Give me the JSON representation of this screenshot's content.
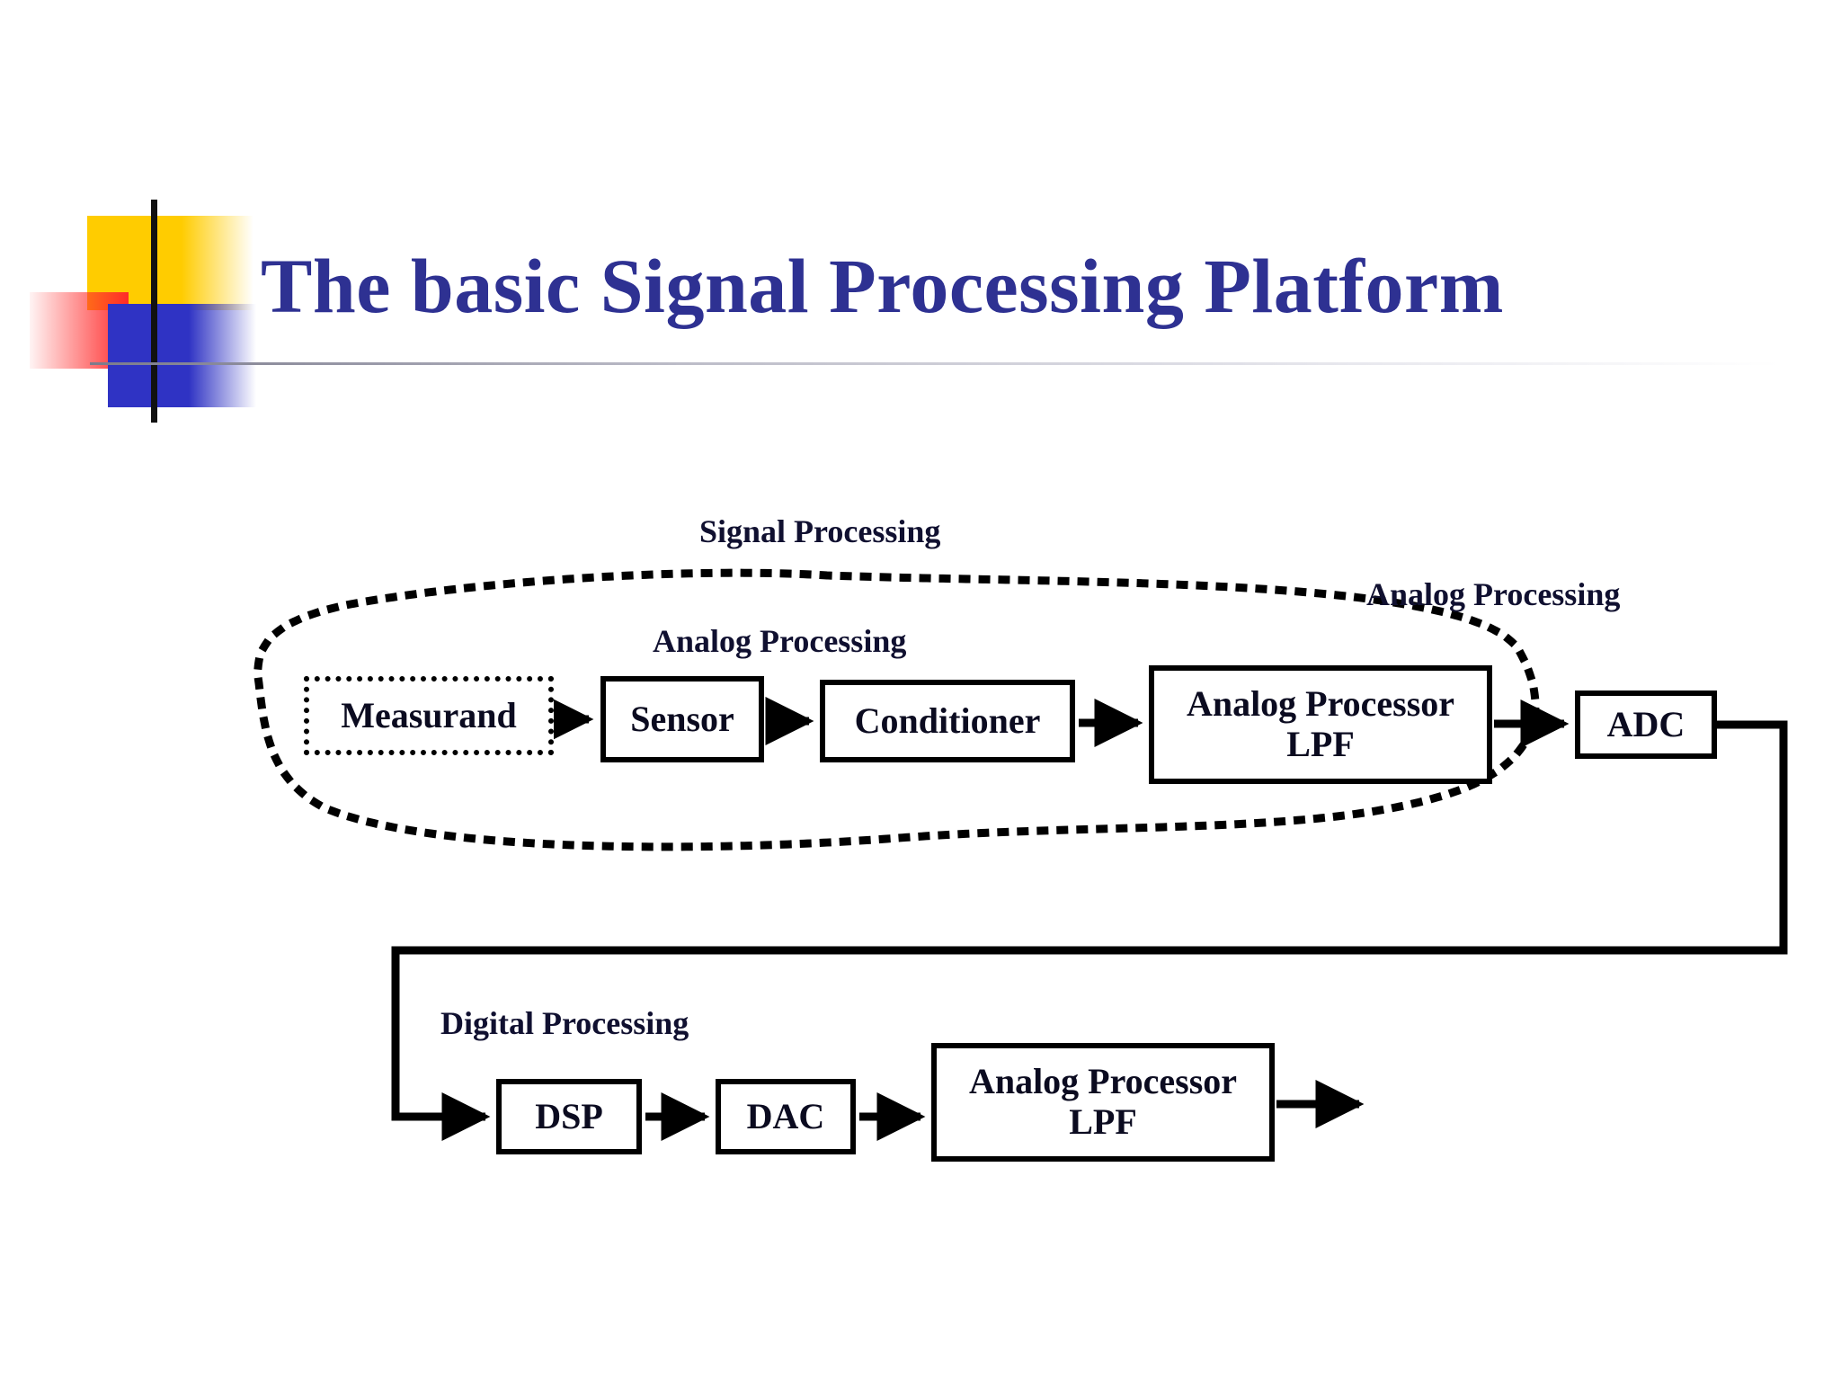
{
  "slide": {
    "title": "The basic Signal Processing Platform",
    "title_color": "#2E3192",
    "background": "#FFFFFF"
  },
  "decoration": {
    "yellow": "#FFCC00",
    "red": "#FF2A2A",
    "blue": "#2F33C4",
    "line": "#111111"
  },
  "diagram": {
    "type": "block-diagram",
    "group_labels": [
      {
        "id": "signal-processing",
        "text": "Signal Processing"
      },
      {
        "id": "analog-processing-1",
        "text": "Analog Processing"
      },
      {
        "id": "analog-processing-2",
        "text": "Analog Processing"
      },
      {
        "id": "digital-processing",
        "text": "Digital Processing"
      }
    ],
    "nodes": [
      {
        "id": "measurand",
        "label": "Measurand",
        "border": "dotted"
      },
      {
        "id": "sensor",
        "label": "Sensor",
        "border": "solid"
      },
      {
        "id": "conditioner",
        "label": "Conditioner",
        "border": "solid"
      },
      {
        "id": "analog-lpf-1",
        "label": "Analog Processor\nLPF",
        "line1": "Analog Processor",
        "line2": "LPF",
        "border": "solid"
      },
      {
        "id": "adc",
        "label": "ADC",
        "border": "solid"
      },
      {
        "id": "dsp",
        "label": "DSP",
        "border": "solid"
      },
      {
        "id": "dac",
        "label": "DAC",
        "border": "solid"
      },
      {
        "id": "analog-lpf-2",
        "label": "Analog Processor\nLPF",
        "line1": "Analog Processor",
        "line2": "LPF",
        "border": "solid"
      }
    ],
    "edges": [
      {
        "from": "measurand",
        "to": "sensor"
      },
      {
        "from": "sensor",
        "to": "conditioner"
      },
      {
        "from": "conditioner",
        "to": "analog-lpf-1"
      },
      {
        "from": "analog-lpf-1",
        "to": "adc"
      },
      {
        "from": "adc",
        "to": "dsp"
      },
      {
        "from": "dsp",
        "to": "dac"
      },
      {
        "from": "dac",
        "to": "analog-lpf-2"
      },
      {
        "from": "analog-lpf-2",
        "to": "output"
      }
    ],
    "enclosures": [
      {
        "id": "signal-processing-loop",
        "style": "dotted",
        "encloses": [
          "measurand",
          "sensor",
          "conditioner",
          "analog-lpf-1"
        ]
      }
    ]
  }
}
